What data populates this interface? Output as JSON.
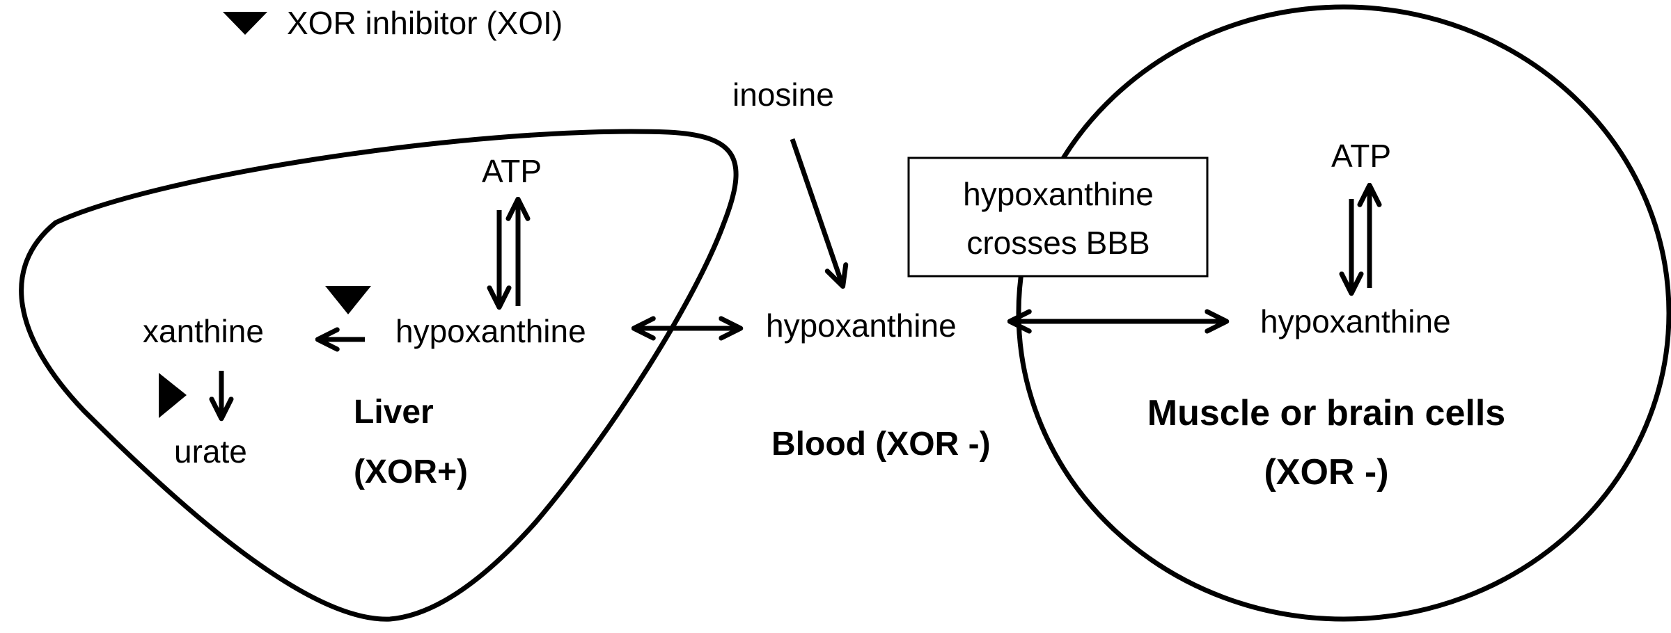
{
  "legend": {
    "inhibitor_label": "XOR inhibitor (XOI)",
    "inhibitor_icon": "filled-triangle-icon"
  },
  "liver": {
    "atp": "ATP",
    "hypoxanthine": "hypoxanthine",
    "xanthine": "xanthine",
    "urate": "urate",
    "name": "Liver",
    "xor_status": "(XOR+)"
  },
  "blood": {
    "inosine": "inosine",
    "hypoxanthine": "hypoxanthine",
    "label": "Blood (XOR -)",
    "bbb_note_line1": "hypoxanthine",
    "bbb_note_line2": "crosses BBB"
  },
  "tissue": {
    "atp": "ATP",
    "hypoxanthine": "hypoxanthine",
    "name": "Muscle or brain cells",
    "xor_status": "(XOR -)"
  },
  "colors": {
    "stroke": "#000000",
    "background": "#ffffff"
  }
}
